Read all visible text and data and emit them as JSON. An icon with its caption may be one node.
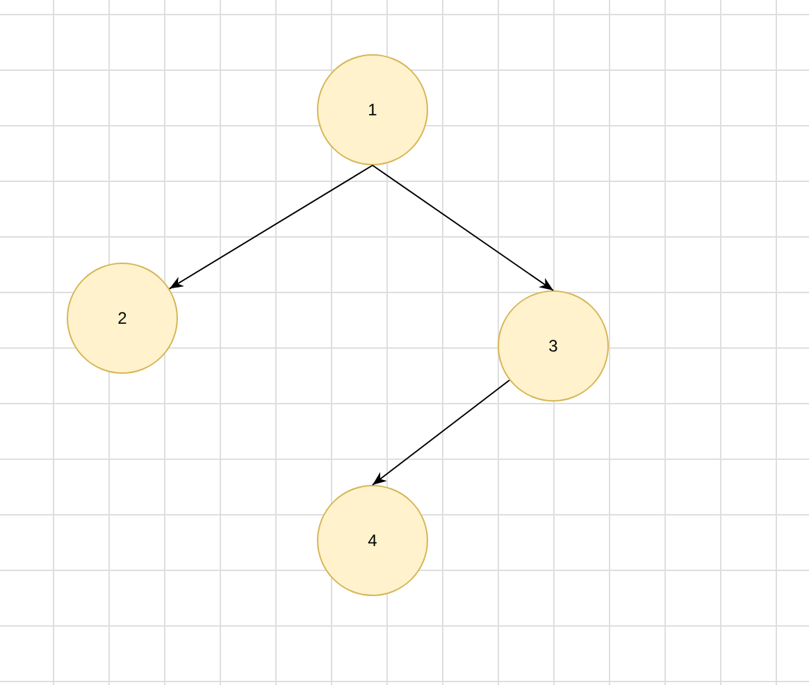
{
  "diagram": {
    "nodes": [
      {
        "text": [
          "1"
        ]
      },
      {
        "text": [
          "2"
        ]
      },
      {
        "text": [
          "3"
        ]
      },
      {
        "text": [
          "4"
        ]
      }
    ],
    "edges": [
      {
        "from": 0,
        "to": 1,
        "arrow": "to"
      },
      {
        "from": 0,
        "to": 2,
        "arrow": "to"
      },
      {
        "from": 2,
        "to": 3,
        "arrow": "to"
      }
    ]
  }
}
